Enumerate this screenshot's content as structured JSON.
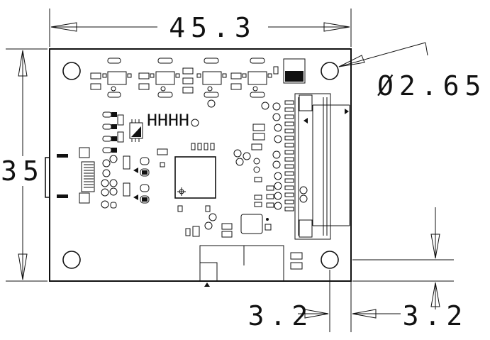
{
  "dimensions": {
    "width": "45.3",
    "height": "35",
    "hole_diameter": "Ø2.65",
    "hole_offset_x": "3.2",
    "hole_offset_y": "3.2"
  },
  "board_labels": {
    "h_marks": "HHHH"
  },
  "colors": {
    "line": "#111111",
    "background": "#ffffff"
  }
}
